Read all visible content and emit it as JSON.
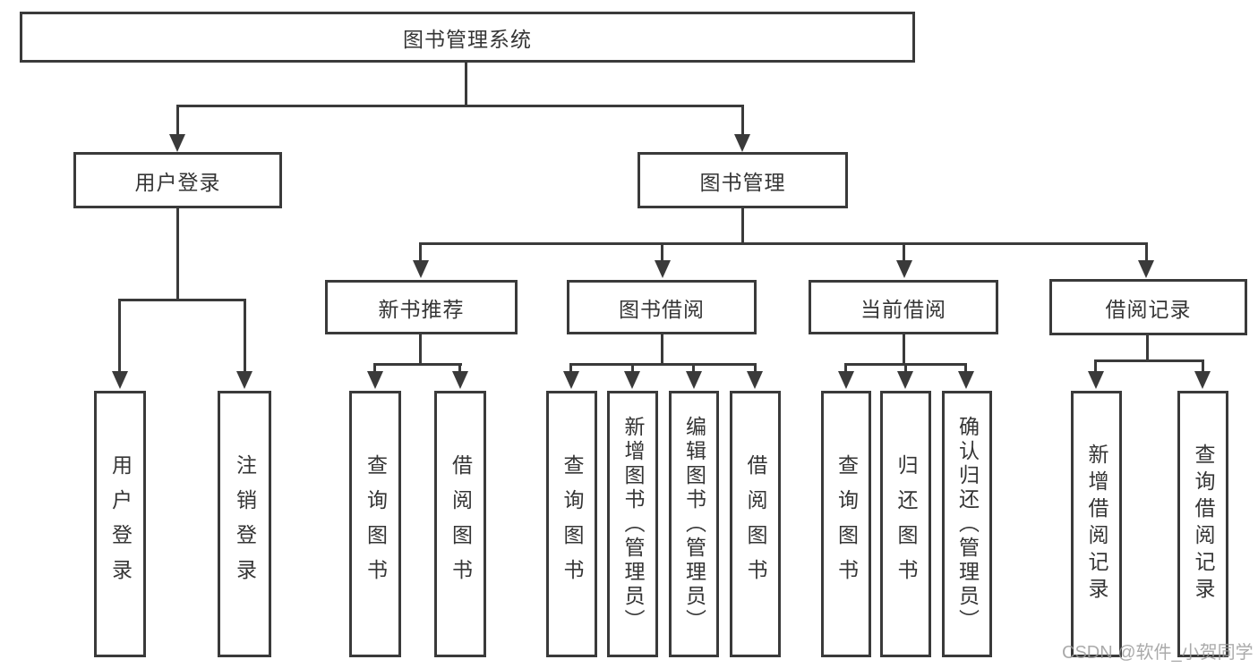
{
  "diagram_title": "图书管理系统",
  "nodes": {
    "root": "图书管理系统",
    "user_login": "用户登录",
    "book_mgmt": "图书管理",
    "new_book_rec": "新书推荐",
    "book_borrow": "图书借阅",
    "current_borrow": "当前借阅",
    "borrow_records": "借阅记录"
  },
  "leaves": [
    {
      "label": "用户登录"
    },
    {
      "label": "注销登录"
    },
    {
      "label": "查询图书"
    },
    {
      "label": "借阅图书"
    },
    {
      "label": "查询图书"
    },
    {
      "label": "新增图书（管理员）"
    },
    {
      "label": "编辑图书（管理员）"
    },
    {
      "label": "借阅图书"
    },
    {
      "label": "查询图书"
    },
    {
      "label": "归还图书"
    },
    {
      "label": "确认归还（管理员）"
    },
    {
      "label": "新增借阅记录"
    },
    {
      "label": "查询借阅记录"
    }
  ],
  "watermark": "CSDN @软件_小贺同学",
  "colors": {
    "line": "#3a3a3a",
    "text": "#353535",
    "watermark": "#9c9c9c",
    "background": "#ffffff"
  }
}
